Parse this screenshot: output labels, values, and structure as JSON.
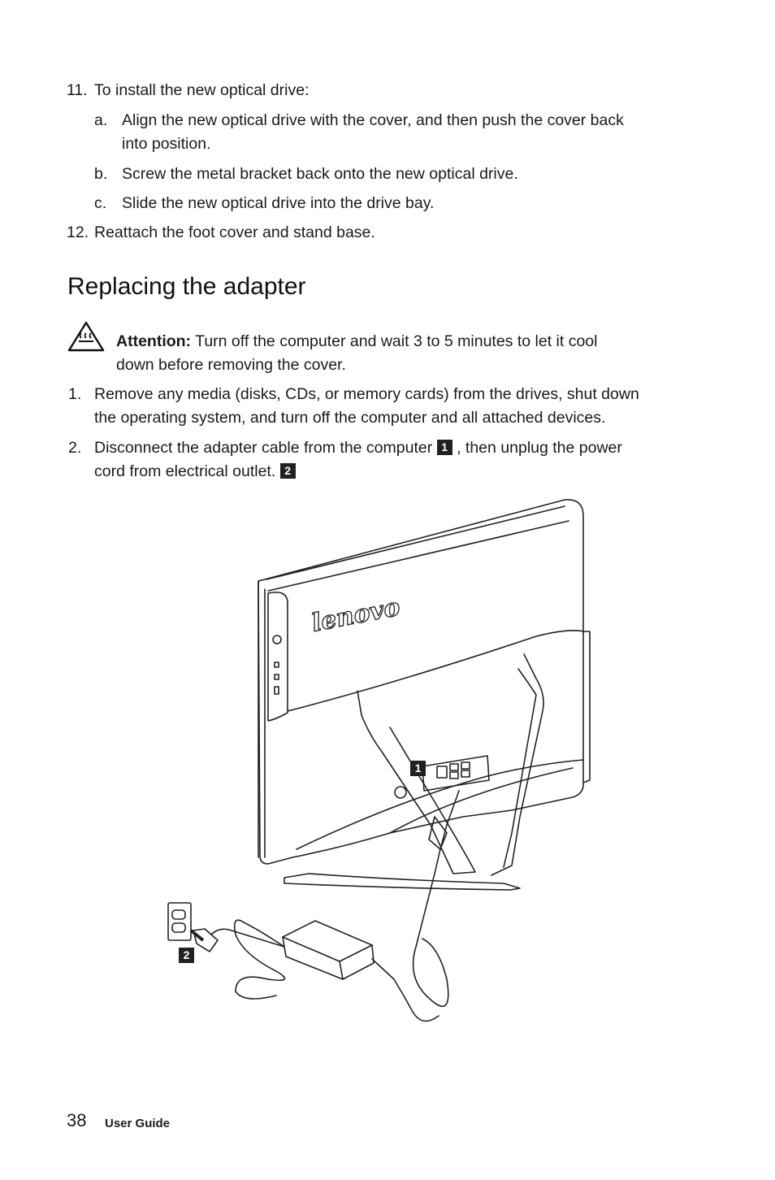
{
  "steps_top": {
    "step11": {
      "num": "11.",
      "text": "To install the new optical drive:"
    },
    "sub_a": {
      "letter": "a.",
      "line1": "Align the new optical drive with the cover, and then push the cover back",
      "line2": "into position."
    },
    "sub_b": {
      "letter": "b.",
      "text": "Screw the metal bracket back onto the new optical drive."
    },
    "sub_c": {
      "letter": "c.",
      "text": "Slide the new optical drive into the drive bay."
    },
    "step12": {
      "num": "12.",
      "text": "Reattach the foot cover and stand base."
    }
  },
  "section": {
    "heading": "Replacing the adapter",
    "attention_label": "Attention:",
    "attention_line1": " Turn off the computer and wait 3 to 5 minutes to let it cool",
    "attention_line2": "down before removing the cover.",
    "step1": {
      "num": "1.",
      "line1": "Remove any media (disks, CDs, or memory cards) from the drives, shut down",
      "line2": "the operating system, and turn off the computer and all attached devices."
    },
    "step2": {
      "num": "2.",
      "line1a": "Disconnect the adapter cable from the computer",
      "badge1": "1",
      "line1b": ", then unplug the power",
      "line2": "cord from electrical outlet.",
      "badge2": "2"
    }
  },
  "figure": {
    "brand_logo": "lenovo",
    "callout1": "1",
    "callout2": "2"
  },
  "footer": {
    "page_number": "38",
    "doc_title": "User Guide"
  }
}
